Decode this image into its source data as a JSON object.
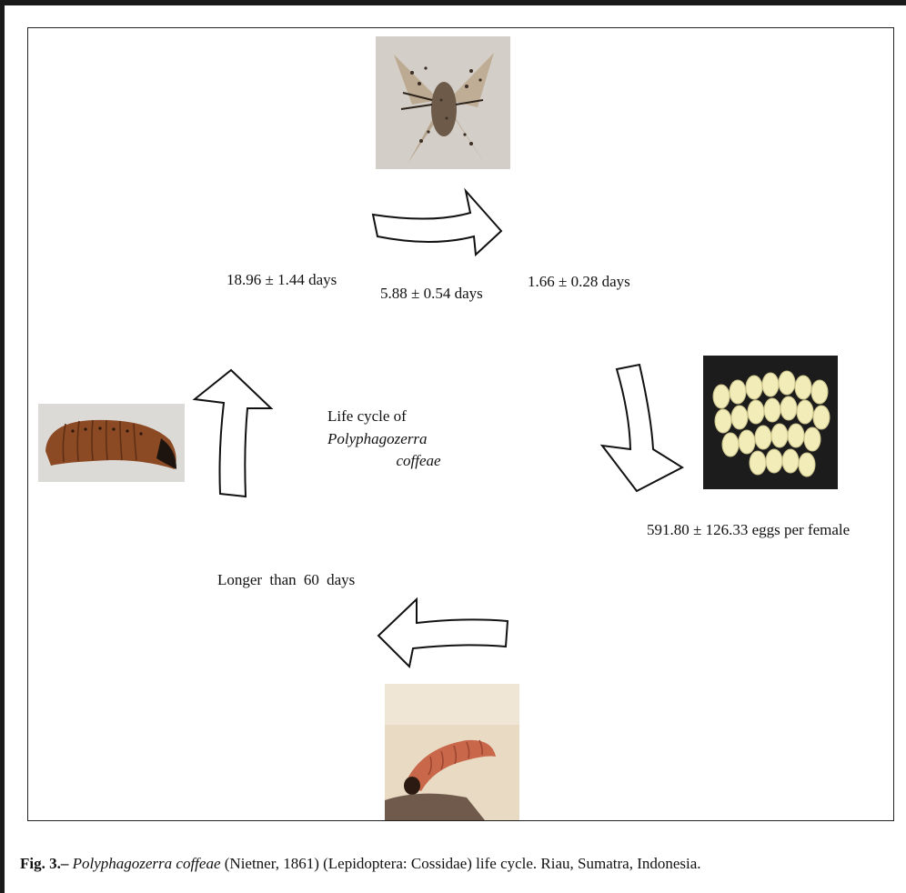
{
  "diagram": {
    "center_label": {
      "prefix": "Life cycle of ",
      "species_line1": "Polyphagozerra",
      "species_line2": "coffeae"
    },
    "stage_durations": {
      "adult_to_egg": "1.66 ± 0.28 days",
      "adult_top_center": "5.88 ± 0.54 days",
      "pupa_to_adult": "18.96 ± 1.44 days",
      "eggs_per_female": "591.80 ± 126.33 eggs per female",
      "larva_stage": "Longer than 60 days"
    },
    "stages": [
      {
        "name": "adult moth",
        "image": "moth-photo"
      },
      {
        "name": "eggs",
        "image": "eggs-photo"
      },
      {
        "name": "larva",
        "image": "larva-photo"
      },
      {
        "name": "pupa",
        "image": "pupa-photo"
      }
    ]
  },
  "caption": {
    "label": "Fig. 3.–",
    "species": "Polyphagozerra coffeae",
    "text": " (Nietner, 1861) (Lepidoptera: Cossidae) life cycle. Riau, Sumatra, Indonesia."
  }
}
